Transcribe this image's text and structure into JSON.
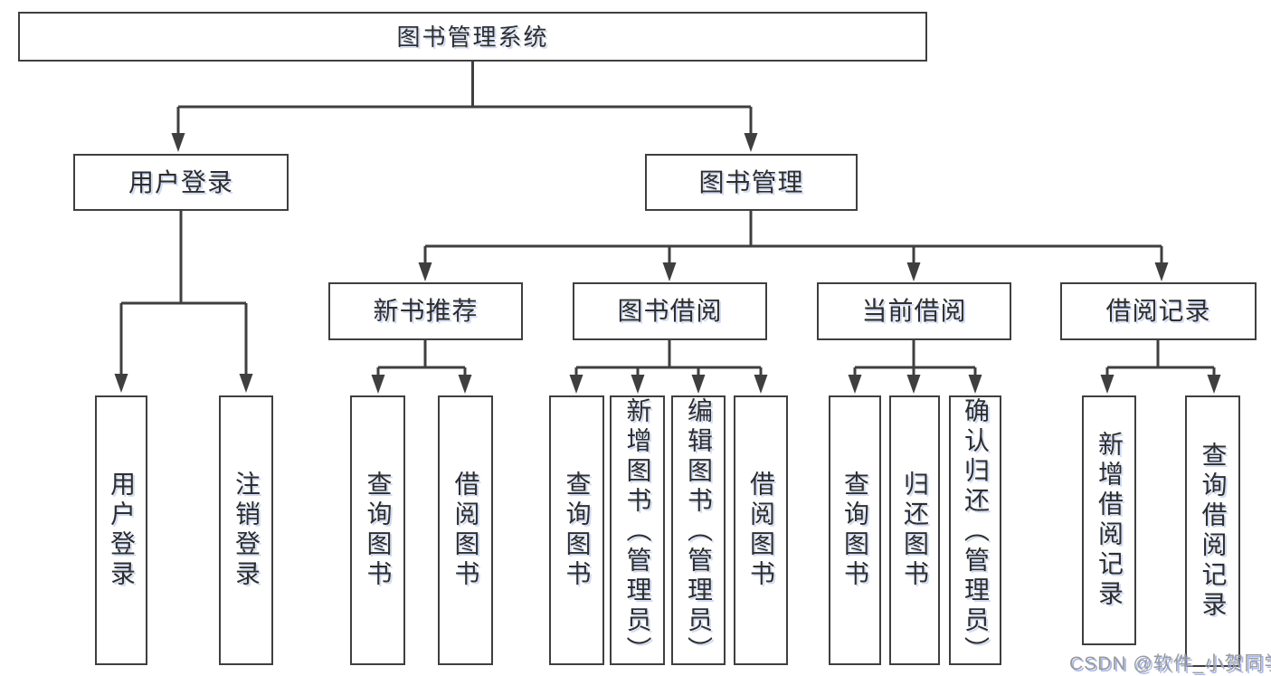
{
  "colors": {
    "line": "#3f3f3f",
    "box_border": "#3f3f3f",
    "box_background": "#ffffff",
    "text": "#2e2e2e",
    "page_background": "#ffffff",
    "watermark_text": "#9a9a9a",
    "watermark_shadow": "#9aace6"
  },
  "watermark": "CSDN @软件_小贺同学",
  "tree": {
    "root": "图书管理系统",
    "l2": [
      "用户登录",
      "图书管理"
    ],
    "l3": [
      "新书推荐",
      "图书借阅",
      "当前借阅",
      "借阅记录"
    ],
    "l4": {
      "user_login": [
        "用户登录",
        "注销登录"
      ],
      "new_books": [
        "查询图书",
        "借阅图书"
      ],
      "book_borrow": [
        "查询图书",
        "新增图书（管理员）",
        "编辑图书（管理员）",
        "借阅图书"
      ],
      "current_borrow": [
        "查询图书",
        "归还图书",
        "确认归还（管理员）"
      ],
      "borrow_records": [
        "新增借阅记录",
        "查询借阅记录"
      ]
    }
  }
}
